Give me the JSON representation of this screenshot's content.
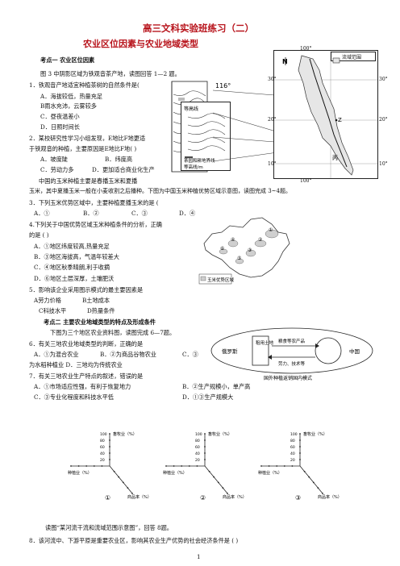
{
  "header": {
    "title": "高三文科实验班练习（二）",
    "subtitle": "农业区位因素与农业地域类型"
  },
  "section1": {
    "heading": "考点一    农业区位因素",
    "intro": "图 3 中阴影区域为铁观音茶产地，读图回答 1—2 题。",
    "q1": {
      "stem": "1．铁观音产地适宜种植茶树的自然条件是(",
      "options": [
        "A．海拔较低，热量充足",
        "B雨水充沛，云雾较多",
        "C．昼夜温差小",
        "D．日照时间长"
      ]
    },
    "q2": {
      "stem": "2．某校研究性学习小组发现，E地比F地更适",
      "stem2": "于铁观音的种植，主要原因是E地比F地(     )",
      "opt_line1": [
        "A．坡度陡",
        "B．纬度高"
      ],
      "opt_line2": [
        "C．劳动力多",
        "D．更加适合商业化生产"
      ]
    },
    "corn_intro1": "中国的玉米种植主要是春播玉米和夏播",
    "corn_intro2": "玉米，其中夏播玉米一般在小麦收割之后播种。下图为中国玉米种植优势区域示意图，读图完成 3~4题。",
    "q3": {
      "stem": "3．下列玉米优势区域中，主要种植夏播玉米的是 (",
      "options": [
        "A．①",
        "B．②",
        "C．③",
        "D．④"
      ]
    },
    "q4": {
      "stem": "4.下列关于中国优势区域玉米种植条件的分析，正确",
      "stem2": "的是 (    )",
      "options": [
        "A．①地区纬度较高,热量充足",
        "B．③地区海拔高，气温年较差大",
        "C．④地区秋季晴朗,利于收摘",
        "D．⑥地区土层深厚，土壤肥沃"
      ]
    },
    "q5": {
      "stem": "5．影响该企业采用图示模式的最主要因素是",
      "opt_line1": [
        "A劳力价格",
        "B土地成本"
      ],
      "opt_line2": [
        "C科技水平",
        "D热量条件"
      ]
    }
  },
  "section2": {
    "heading": "考点二    主要农业地域类型的特点及形成条件",
    "intro": "下图为三个地区农业资料图，读图完成 6—7题。",
    "q6": {
      "stem": "6．有关三地农业地域类型的判断，正确的是",
      "opt_line1": [
        "A．①为混合农业",
        "B．②为商品谷物农业",
        "C．③"
      ],
      "opt_line2": "为水稻种植业    D．三地均为传统农业"
    },
    "q7": {
      "stem": "7．有关三地农业生产特点的叙述，错误的是",
      "opt_line1": [
        "A．①市场适应性强，有利于恢复地力",
        "B．②生产规模小，单产高"
      ],
      "opt_line2": [
        "C．③专业化程度和科技水平低",
        "D．①③生产规模大"
      ]
    },
    "q8_intro": "读图“某河流干流和流域范围示意图”，回答 8题。",
    "q8": {
      "stem": "8．该河流中、下游平原是重要农业区，影响其农业生产优势的社会经济条件是 (     )"
    }
  },
  "figures": {
    "tea_map": {
      "longitude": "116°",
      "labels": [
        "等高线",
        "茶园和耕地界线",
        "等高线/m",
        "等高线",
        "0  4km"
      ]
    },
    "river_map": {
      "top_lon": "100°",
      "bottom_lon": "100°",
      "lat_labels": [
        "30°",
        "20°",
        "10°"
      ],
      "legend": "流域范围",
      "places": [
        "Z",
        "丙"
      ],
      "north": "N"
    },
    "corn_map": {
      "legend": "玉米优势区域",
      "regions": [
        "①",
        "②",
        "③",
        "④",
        "⑤",
        "⑥"
      ]
    },
    "mode_diagram": {
      "left": "俄罗斯",
      "middle": "租用土地",
      "right": "中国",
      "arrow_top": "粮食等农产品",
      "arrow_bottom": "劳力、技术等",
      "caption": "国外种植返销国内模式"
    },
    "triangles": [
      {
        "id": "①",
        "labels": [
          "畜牧业（%）",
          "种植业（%）",
          "商品率（%）"
        ],
        "ticks": [
          "100",
          "80",
          "60",
          "40",
          "20"
        ]
      },
      {
        "id": "②",
        "labels": [
          "畜牧业（%）",
          "种植业（%）",
          "商品率（%）"
        ],
        "ticks": [
          "100",
          "80",
          "60",
          "40",
          "20"
        ]
      },
      {
        "id": "③",
        "labels": [
          "畜牧业（%）",
          "种植业（%）",
          "商品率（%）"
        ],
        "ticks": [
          "100",
          "80",
          "60",
          "40",
          "20"
        ]
      }
    ]
  },
  "footer": {
    "page": "1"
  }
}
